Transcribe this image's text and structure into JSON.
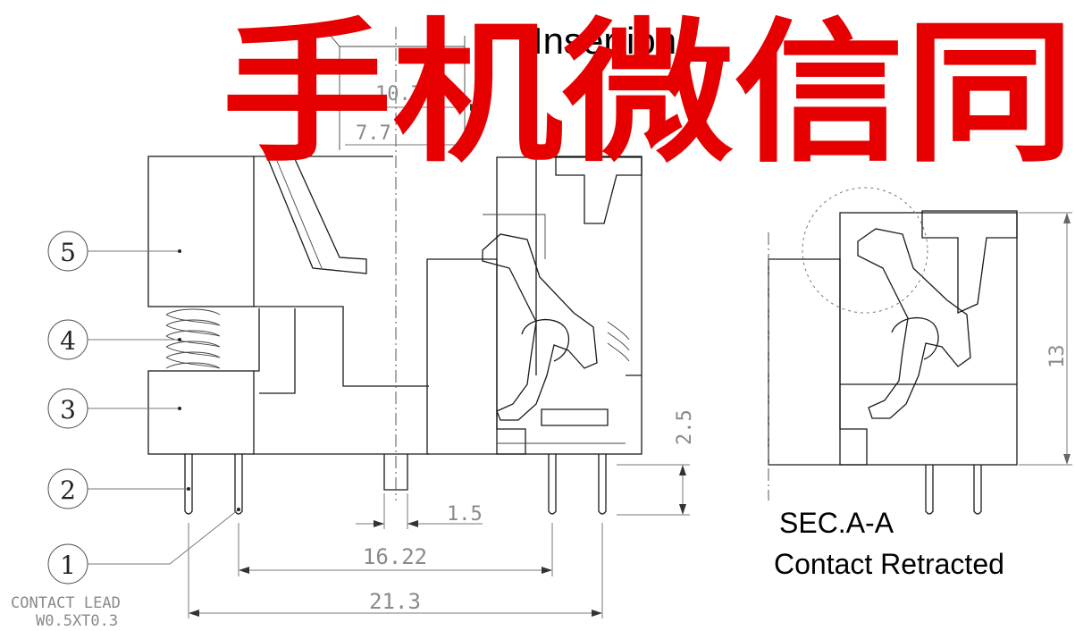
{
  "title": "Insertion",
  "watermark": "手机微信同",
  "callouts": [
    "1",
    "2",
    "3",
    "4",
    "5"
  ],
  "contact_note": {
    "line1": "CONTACT LEAD",
    "line2": "W0.5XT0.3"
  },
  "dimensions": {
    "insert_width": "10.7",
    "insert_inner": "7.7",
    "pitch_inner": "16.22",
    "pitch_outer": "21.3",
    "pin_gap": "1.5",
    "pin_len": "2.5",
    "height": "13"
  },
  "section": {
    "title": "SEC.A-A",
    "caption": "Contact Retracted"
  },
  "colors": {
    "watermark": "#e60000",
    "line": "#1a1a1a",
    "dimension": "#8a8a8a"
  }
}
